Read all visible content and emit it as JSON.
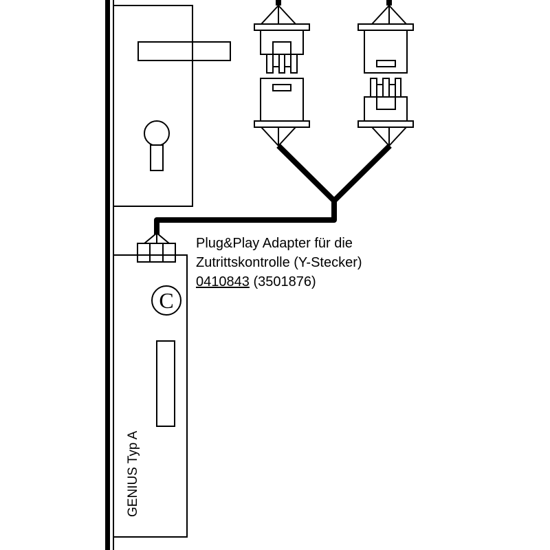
{
  "adapter": {
    "title_line1": "Plug&Play Adapter für die",
    "title_line2": "Zutrittskontrolle (Y-Stecker)",
    "article_number": "0410843",
    "alt_number": "(3501876)"
  },
  "lock": {
    "label": "GENIUS Typ A",
    "copyright_symbol": "C"
  },
  "colors": {
    "line": "#000000",
    "background": "#ffffff"
  }
}
